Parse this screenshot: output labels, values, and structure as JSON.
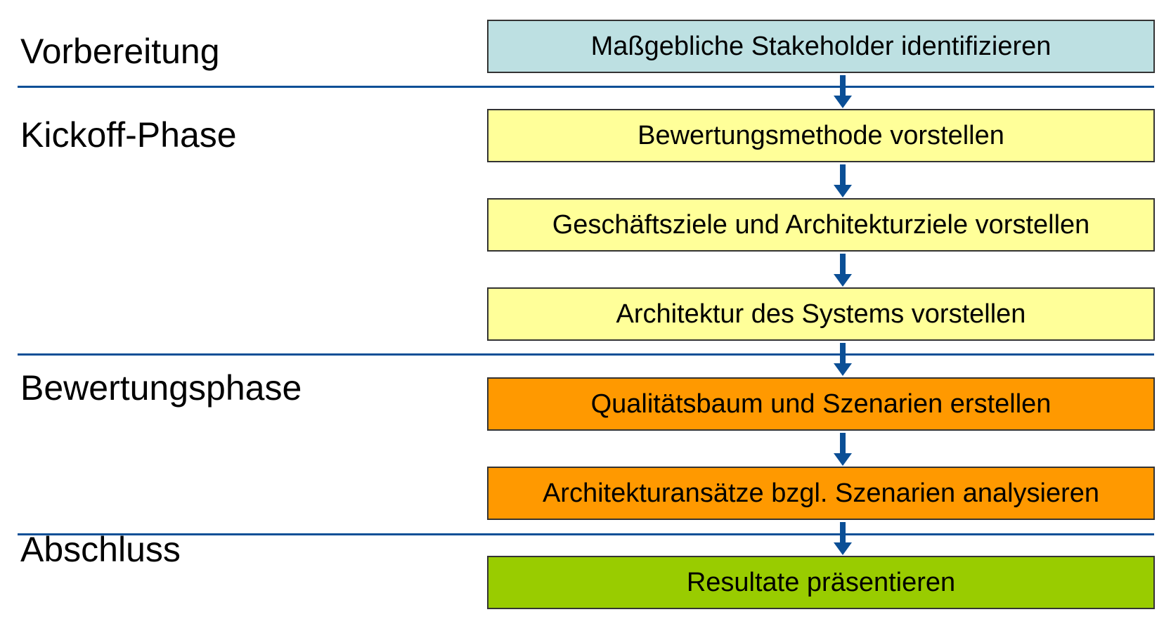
{
  "colors": {
    "separator": "#0b4f96",
    "arrow": "#0b4f96",
    "preparation": "#bde0e2",
    "kickoff": "#ffff99",
    "evaluation": "#ff9900",
    "conclusion": "#99cc00"
  },
  "phases": [
    {
      "label": "Vorbereitung"
    },
    {
      "label": "Kickoff-Phase"
    },
    {
      "label": "Bewertungsphase"
    },
    {
      "label": "Abschluss"
    }
  ],
  "steps": [
    {
      "label": "Maßgebliche Stakeholder identifizieren",
      "phase": "preparation"
    },
    {
      "label": "Bewertungsmethode vorstellen",
      "phase": "kickoff"
    },
    {
      "label": "Geschäftsziele und Architekturziele vorstellen",
      "phase": "kickoff"
    },
    {
      "label": "Architektur des Systems vorstellen",
      "phase": "kickoff"
    },
    {
      "label": "Qualitätsbaum und Szenarien erstellen",
      "phase": "evaluation"
    },
    {
      "label": "Architekturansätze bzgl. Szenarien analysieren",
      "phase": "evaluation"
    },
    {
      "label": "Resultate präsentieren",
      "phase": "conclusion"
    }
  ]
}
